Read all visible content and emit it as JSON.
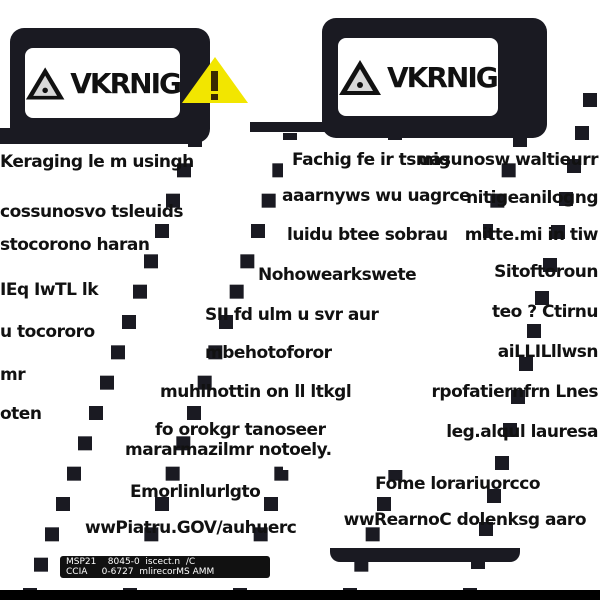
{
  "signs": [
    {
      "title": "VKRNIG",
      "icon": "warning-triangle-icon",
      "accent": "#f2e600",
      "lines": [
        "Keraging le m usingh",
        "cossunosvo tsleuids",
        "stocorono haran",
        "IEq IwTL lk",
        "u tocororo",
        "mr",
        "oten"
      ]
    },
    {
      "title": "VKRNIG",
      "icon": "warning-triangle-icon",
      "lines": [
        "Fachig fe ir  tsmig",
        "aaarnyws wu uagrce",
        "luidu btee sobrau",
        "Nohowearkswete",
        "SII fd ulm u svr aur",
        "mbehotoforor",
        "muhlhottin on ll ltkgl",
        "fo orokgr tanoseer",
        "mararmazilmr notoely.",
        "Emorlinlurlgto",
        "wwPiatru.GOV/auhuerc"
      ]
    },
    {
      "lines": [
        "uasunosw waltieurr",
        "nitigeanilogng",
        "mitte.mi in tiw",
        "Sitoftoroun",
        "teo ? Ctirnu",
        "aiLLILllwsn",
        "rpofatiernfrn Lnes",
        "leg.alqul lauresa",
        "Fome lorariuorcco",
        "wwRearnoC dolenksg aaro"
      ]
    }
  ],
  "footer": {
    "line1": "MSP21    8045-0  iscect.n  /C",
    "line2": "CCIA     0-6727  mlirecorMS AMM"
  },
  "colors": {
    "ink": "#1a1a22",
    "warning_yellow": "#f2e600"
  }
}
